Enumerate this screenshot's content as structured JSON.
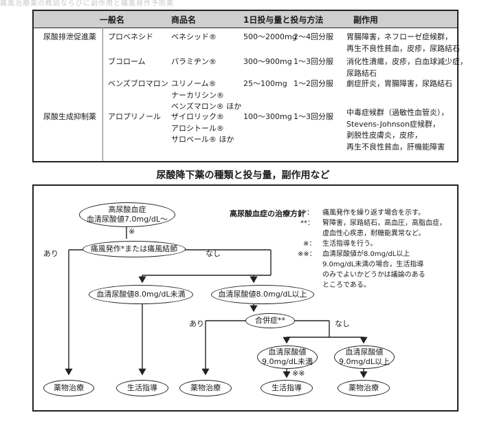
{
  "top_band": "痛風治療薬の概説ならびに副作用と痛風発作予防薬",
  "table": {
    "headers": [
      "一般名",
      "商品名",
      "1日投与量と投与方法",
      "副作用"
    ],
    "categories": [
      "尿酸排泄促進薬",
      "尿酸生成抑制薬"
    ],
    "rows": [
      {
        "generic": "プロベネシド",
        "brand": [
          "ベネシッド®"
        ],
        "dose": "500〜2000mg",
        "method": "2〜4回分服",
        "side": [
          "胃腸障害，ネフローゼ症候群，",
          "再生不良性貧血，皮疹，尿路結石"
        ]
      },
      {
        "generic": "ブコローム",
        "brand": [
          "パラミヂン®"
        ],
        "dose": "300〜900mg",
        "method": "1〜3回分服",
        "side": [
          "消化性潰瘍，皮疹，白血球減少症，",
          "尿路結石"
        ]
      },
      {
        "generic": "ベンズブロマロン",
        "brand": [
          "ユリノーム®",
          "ナーカリシン®",
          "ベンズマロン® ほか"
        ],
        "dose": "25〜100mg",
        "method": "1〜2回分服",
        "side": [
          "劇症肝炎，胃腸障害，尿路結石"
        ]
      },
      {
        "generic": "アロプリノール",
        "brand": [
          "ザイロリック®",
          "アロシトール®",
          "サロベール® ほか"
        ],
        "dose": "100〜300mg",
        "method": "1〜3回分服",
        "side": [
          "中毒症候群（過敏性血管炎），",
          "Stevens-Johnson症候群，",
          "剥脱性皮膚炎，皮疹，",
          "再生不良性貧血，肝機能障害"
        ]
      }
    ]
  },
  "caption": "尿酸降下薬の種類と投与量，副作用など",
  "flow": {
    "start": [
      "高尿酸血症",
      "血清尿酸値7.0mg/dL〜"
    ],
    "start_mark": "※",
    "decision1": "痛風発作*または痛風結節",
    "yes": "あり",
    "no": "なし",
    "below8": "血清尿酸値8.0mg/dL未満",
    "above8": "血清尿酸値8.0mg/dL以上",
    "complication": "合併症**",
    "below9": [
      "血清尿酸値",
      "9.0mg/dL未満"
    ],
    "above9": [
      "血清尿酸値",
      "9.0mg/dL以上"
    ],
    "mark2": "※※",
    "drug": "薬物治療",
    "life": "生活指導",
    "title": "高尿酸血症の治療方針",
    "notes": [
      {
        "mark": "*：",
        "text": "痛風発作を繰り返す場合を示す。"
      },
      {
        "mark": "**：",
        "text": "腎障害，尿路結石，高血圧，高脂血症，"
      },
      {
        "mark": "",
        "text": "虚血性心疾患，耐糖能異常など。"
      },
      {
        "mark": "※：",
        "text": "生活指導を行う。"
      },
      {
        "mark": "※※：",
        "text": "血清尿酸値が8.0mg/dL以上"
      },
      {
        "mark": "",
        "text": "9.0mg/dL未満の場合，生活指導"
      },
      {
        "mark": "",
        "text": "のみでよいかどうかは議論のある"
      },
      {
        "mark": "",
        "text": "ところである。"
      }
    ]
  }
}
